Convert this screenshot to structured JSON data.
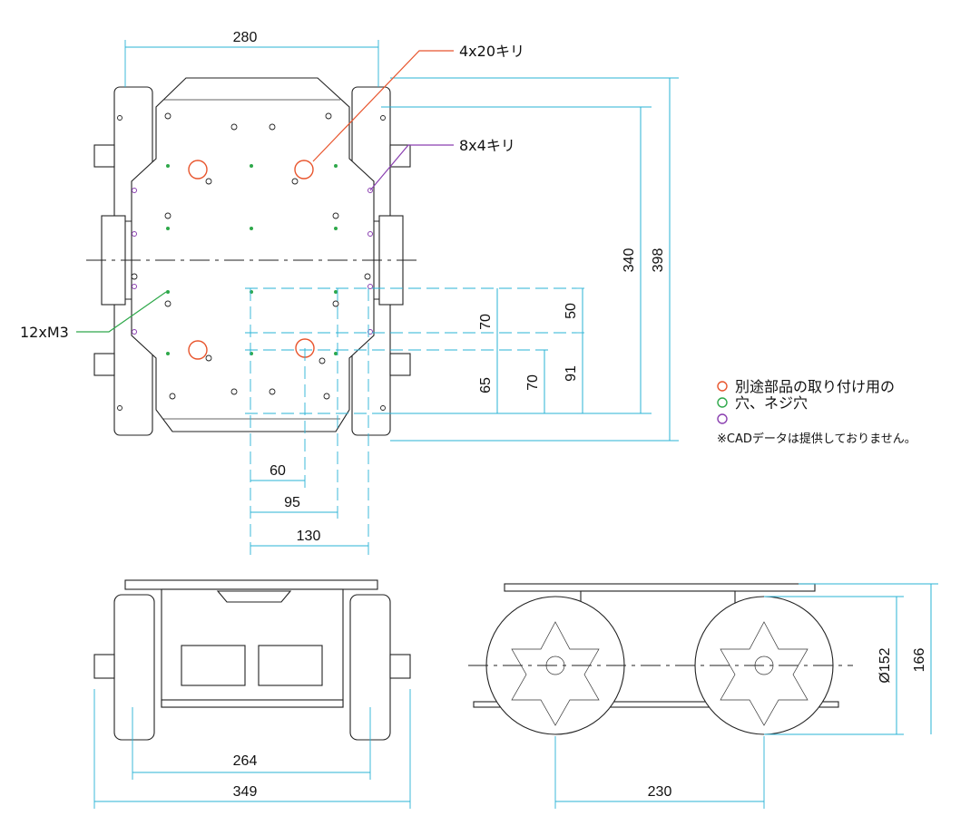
{
  "top_view": {
    "dims": {
      "width_280": "280",
      "height_340": "340",
      "height_398": "398",
      "h_50": "50",
      "h_70a": "70",
      "h_70b": "70",
      "h_65": "65",
      "h_91": "91",
      "w_60": "60",
      "w_95": "95",
      "w_130": "130"
    },
    "callouts": {
      "mount_holes": "4x20キリ",
      "purple_holes": "8x4キリ",
      "tapped_holes": "12xM3"
    }
  },
  "front_view": {
    "dims": {
      "w_264": "264",
      "w_349": "349"
    }
  },
  "side_view": {
    "dims": {
      "d_152": "Ø152",
      "h_166": "166",
      "w_230": "230"
    }
  },
  "legend": {
    "items": [
      {
        "label": "別途部品の取り付け用の",
        "color": "#e8552d"
      },
      {
        "label": "穴、ネジ穴",
        "color": "#2ea84a"
      },
      {
        "label": "",
        "color": "#8a3fb0"
      }
    ],
    "note": "※CADデータは提供しておりません。"
  },
  "colors": {
    "dimension": "#29b3d6",
    "orange": "#e8552d",
    "green": "#2ea84a",
    "purple": "#8a3fb0"
  }
}
